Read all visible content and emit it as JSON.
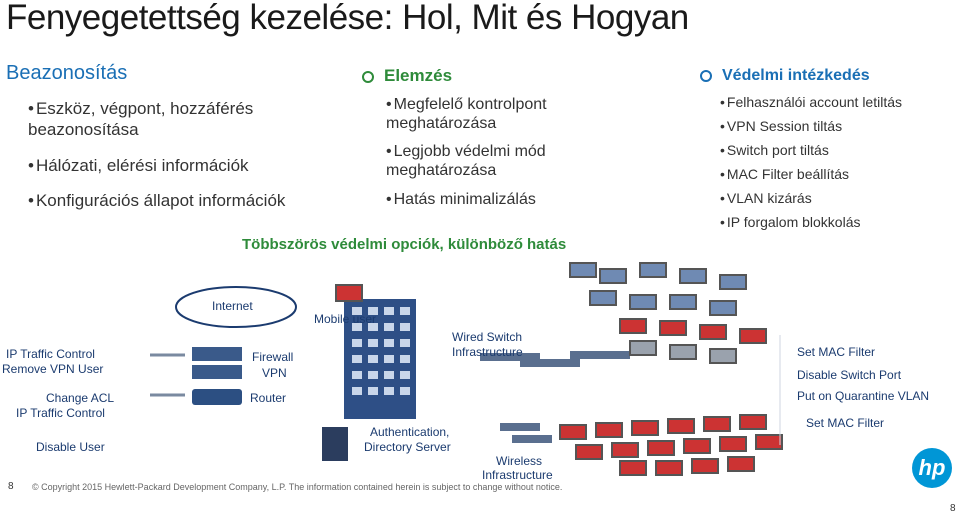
{
  "title": "Fenyegetettség kezelése: Hol, Mit  és Hogyan",
  "left_section": {
    "heading": "Beazonosítás",
    "items": [
      "Eszköz, végpont, hozzáférés beazonosítása",
      "Hálózati, elérési információk",
      "Konfigurációs állapot információk"
    ]
  },
  "middle_section": {
    "heading": "Elemzés",
    "items": [
      "Megfelelő kontrolpont meghatározása",
      "Legjobb védelmi mód meghatározása",
      "Hatás minimalizálás"
    ],
    "subtitle": "Többszörös védelmi opciók, különböző hatás"
  },
  "right_section": {
    "heading": "Védelmi intézkedés",
    "items": [
      "Felhasználói account letiltás",
      "VPN Session tiltás",
      "Switch port tiltás",
      "MAC Filter beállítás",
      "VLAN kizárás",
      "IP forgalom blokkolás"
    ]
  },
  "diagram": {
    "internet": "Internet",
    "mobile_user": "Mobile  user",
    "firewall": "Firewall",
    "vpn": "VPN",
    "router": "Router",
    "wired": "Wired  Switch",
    "wired2": "Infrastructure",
    "auth": "Authentication,",
    "auth2": "Directory  Server",
    "wireless": "Wireless",
    "wireless2": "Infrastructure",
    "left_actions": [
      "IP  Traffic  Control",
      "Remove  VPN User",
      "Change  ACL",
      "IP  Traffic  Control",
      "Disable  User"
    ],
    "right_actions": [
      "Set  MAC  Filter",
      "Disable  Switch  Port",
      "Put on  Quarantine  VLAN",
      "Set  MAC  Filter"
    ]
  },
  "footer": "© Copyright 2015 Hewlett-Packard  Development  Company, L.P.  The information contained herein is subject to change without notice.",
  "page_number": "8",
  "logo_text": "hp",
  "colors": {
    "blue_heading": "#1a6fb5",
    "green_heading": "#2e8b3a",
    "network_blue": "#1b3b6f",
    "device_red": "#cc3333",
    "hp_blue": "#0096d6"
  }
}
